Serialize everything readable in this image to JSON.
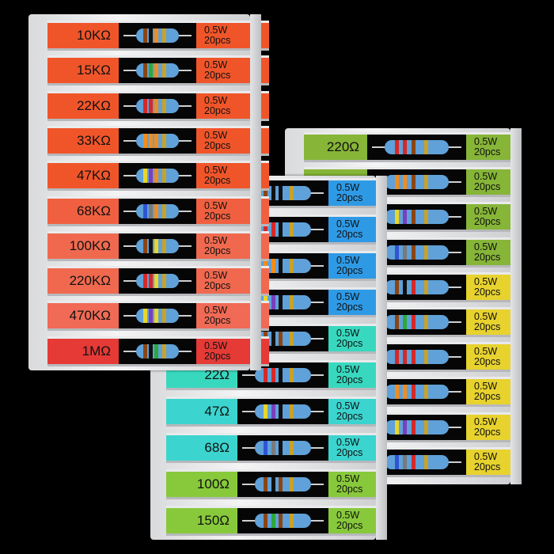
{
  "colors": {
    "background": "#000000",
    "resistor_body": "#5fa1d8",
    "red_orange": "#f0552a",
    "salmon": "#f0694f",
    "red": "#e53a36",
    "blue": "#2e9ae6",
    "teal": "#38d8bf",
    "aqua": "#3cd4cf",
    "lime": "#88c93b",
    "olive_green": "#86b537",
    "yellow": "#e7d22e"
  },
  "strips": {
    "kohm": {
      "rows": [
        {
          "value": "10KΩ",
          "watt": "0.5W",
          "qty": "20pcs",
          "color": "#f0552a",
          "bands": [
            "#8b4513",
            "#111",
            "#f28c1c"
          ]
        },
        {
          "value": "15KΩ",
          "watt": "0.5W",
          "qty": "20pcs",
          "color": "#f0552a",
          "bands": [
            "#8b4513",
            "#2ea83a",
            "#f28c1c"
          ]
        },
        {
          "value": "22KΩ",
          "watt": "0.5W",
          "qty": "20pcs",
          "color": "#f0552a",
          "bands": [
            "#d62828",
            "#d62828",
            "#f28c1c"
          ]
        },
        {
          "value": "33KΩ",
          "watt": "0.5W",
          "qty": "20pcs",
          "color": "#f0552a",
          "bands": [
            "#f28c1c",
            "#f28c1c",
            "#f28c1c"
          ]
        },
        {
          "value": "47KΩ",
          "watt": "0.5W",
          "qty": "20pcs",
          "color": "#f0552a",
          "bands": [
            "#e8d62a",
            "#7a3fbf",
            "#f28c1c"
          ]
        },
        {
          "value": "68KΩ",
          "watt": "0.5W",
          "qty": "20pcs",
          "color": "#f06040",
          "bands": [
            "#2f55d4",
            "#7a7a7a",
            "#f28c1c"
          ]
        },
        {
          "value": "100KΩ",
          "watt": "0.5W",
          "qty": "20pcs",
          "color": "#f0694f",
          "bands": [
            "#8b4513",
            "#111",
            "#e8d62a"
          ]
        },
        {
          "value": "220KΩ",
          "watt": "0.5W",
          "qty": "20pcs",
          "color": "#f0694f",
          "bands": [
            "#d62828",
            "#d62828",
            "#e8d62a"
          ]
        },
        {
          "value": "470KΩ",
          "watt": "0.5W",
          "qty": "20pcs",
          "color": "#f06a55",
          "bands": [
            "#e8d62a",
            "#7a3fbf",
            "#e8d62a"
          ]
        },
        {
          "value": "1MΩ",
          "watt": "0.5W",
          "qty": "20pcs",
          "color": "#e53a36",
          "bands": [
            "#8b4513",
            "#111",
            "#2ea83a"
          ]
        }
      ]
    },
    "ohm": {
      "rows": [
        {
          "value": "",
          "watt": "0.5W",
          "qty": "20pcs",
          "color": "#2e9ae6",
          "bands": [
            "#8b4513",
            "#111",
            "#111"
          ]
        },
        {
          "value": "",
          "watt": "0.5W",
          "qty": "20pcs",
          "color": "#2e9ae6",
          "bands": [
            "#d62828",
            "#d62828",
            "#111"
          ]
        },
        {
          "value": "",
          "watt": "0.5W",
          "qty": "20pcs",
          "color": "#2e9ae6",
          "bands": [
            "#f28c1c",
            "#f28c1c",
            "#111"
          ]
        },
        {
          "value": "",
          "watt": "0.5W",
          "qty": "20pcs",
          "color": "#2e9ae6",
          "bands": [
            "#e8d62a",
            "#7a3fbf",
            "#111"
          ]
        },
        {
          "value": "",
          "watt": "0.5W",
          "qty": "20pcs",
          "color": "#38d8bf",
          "bands": [
            "#8b4513",
            "#111",
            "#8b4513"
          ]
        },
        {
          "value": "22Ω",
          "watt": "0.5W",
          "qty": "20pcs",
          "color": "#38d8bf",
          "bands": [
            "#d62828",
            "#d62828",
            "#111"
          ]
        },
        {
          "value": "47Ω",
          "watt": "0.5W",
          "qty": "20pcs",
          "color": "#3cd4cf",
          "bands": [
            "#e8d62a",
            "#7a3fbf",
            "#111"
          ]
        },
        {
          "value": "68Ω",
          "watt": "0.5W",
          "qty": "20pcs",
          "color": "#3cd4cf",
          "bands": [
            "#2f55d4",
            "#7a7a7a",
            "#111"
          ]
        },
        {
          "value": "100Ω",
          "watt": "0.5W",
          "qty": "20pcs",
          "color": "#88c93b",
          "bands": [
            "#8b4513",
            "#111",
            "#8b4513"
          ]
        },
        {
          "value": "150Ω",
          "watt": "0.5W",
          "qty": "20pcs",
          "color": "#88c93b",
          "bands": [
            "#8b4513",
            "#2ea83a",
            "#8b4513"
          ]
        }
      ]
    },
    "mixed": {
      "rows": [
        {
          "value": "220Ω",
          "watt": "0.5W",
          "qty": "20pcs",
          "color": "#86b537",
          "bands": [
            "#d62828",
            "#d62828",
            "#8b4513"
          ]
        },
        {
          "value": "",
          "watt": "0.5W",
          "qty": "20pcs",
          "color": "#86b537",
          "bands": [
            "#f28c1c",
            "#f28c1c",
            "#8b4513"
          ]
        },
        {
          "value": "",
          "watt": "0.5W",
          "qty": "20pcs",
          "color": "#86b537",
          "bands": [
            "#e8d62a",
            "#7a3fbf",
            "#8b4513"
          ]
        },
        {
          "value": "",
          "watt": "0.5W",
          "qty": "20pcs",
          "color": "#86b537",
          "bands": [
            "#2f55d4",
            "#7a7a7a",
            "#8b4513"
          ]
        },
        {
          "value": "",
          "watt": "0.5W",
          "qty": "20pcs",
          "color": "#e7d22e",
          "bands": [
            "#8b4513",
            "#111",
            "#d62828"
          ]
        },
        {
          "value": "",
          "watt": "0.5W",
          "qty": "20pcs",
          "color": "#e7d22e",
          "bands": [
            "#8b4513",
            "#2ea83a",
            "#d62828"
          ]
        },
        {
          "value": "",
          "watt": "0.5W",
          "qty": "20pcs",
          "color": "#e7d22e",
          "bands": [
            "#d62828",
            "#d62828",
            "#d62828"
          ]
        },
        {
          "value": "",
          "watt": "0.5W",
          "qty": "20pcs",
          "color": "#e7d22e",
          "bands": [
            "#f28c1c",
            "#f28c1c",
            "#d62828"
          ]
        },
        {
          "value": "",
          "watt": "0.5W",
          "qty": "20pcs",
          "color": "#e7d22e",
          "bands": [
            "#e8d62a",
            "#7a3fbf",
            "#d62828"
          ]
        },
        {
          "value": "",
          "watt": "0.5W",
          "qty": "20pcs",
          "color": "#e7d22e",
          "bands": [
            "#2f55d4",
            "#7a7a7a",
            "#d62828"
          ]
        }
      ]
    }
  }
}
